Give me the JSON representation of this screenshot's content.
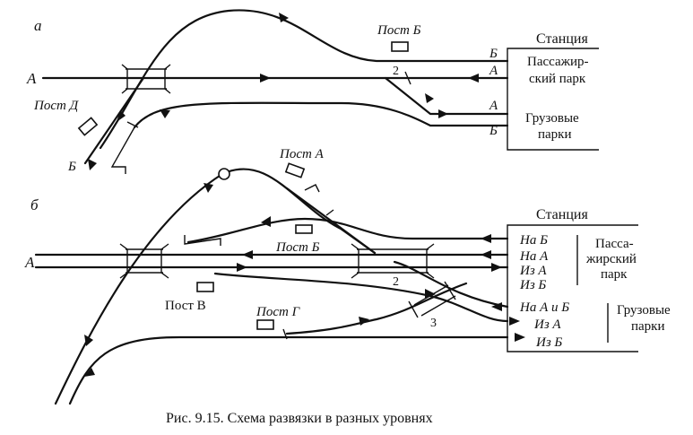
{
  "panel_a": {
    "tag": "а",
    "line_label": "А",
    "post_b": "Пост Б",
    "post_d": "Пост Д",
    "exit_b": "Б",
    "crossing_num": "2",
    "station": "Станция",
    "pass_park_1": "Пассажир-",
    "pass_park_2": "ский парк",
    "pass_b": "Б",
    "pass_a": "А",
    "freight_a": "А",
    "freight_b": "Б",
    "freight_1": "Грузовые",
    "freight_2": "парки"
  },
  "panel_b": {
    "tag": "б",
    "line_label": "А",
    "post_a": "Пост А",
    "post_b": "Пост Б",
    "post_v": "Пост В",
    "post_g": "Пост Г",
    "num_2": "2",
    "num_3": "3",
    "station": "Станция",
    "na_b": "На Б",
    "na_a": "На А",
    "iz_a": "Из А",
    "iz_b": "Из Б",
    "pass_1": "Пасса-",
    "pass_2": "жирский",
    "pass_3": "парк",
    "na_ab": "На А и Б",
    "fr_iz_a": "Из А",
    "fr_iz_b": "Из Б",
    "freight_1": "Грузовые",
    "freight_2": "парки"
  },
  "caption": "Рис. 9.15. Схема развязки в разных уровнях"
}
